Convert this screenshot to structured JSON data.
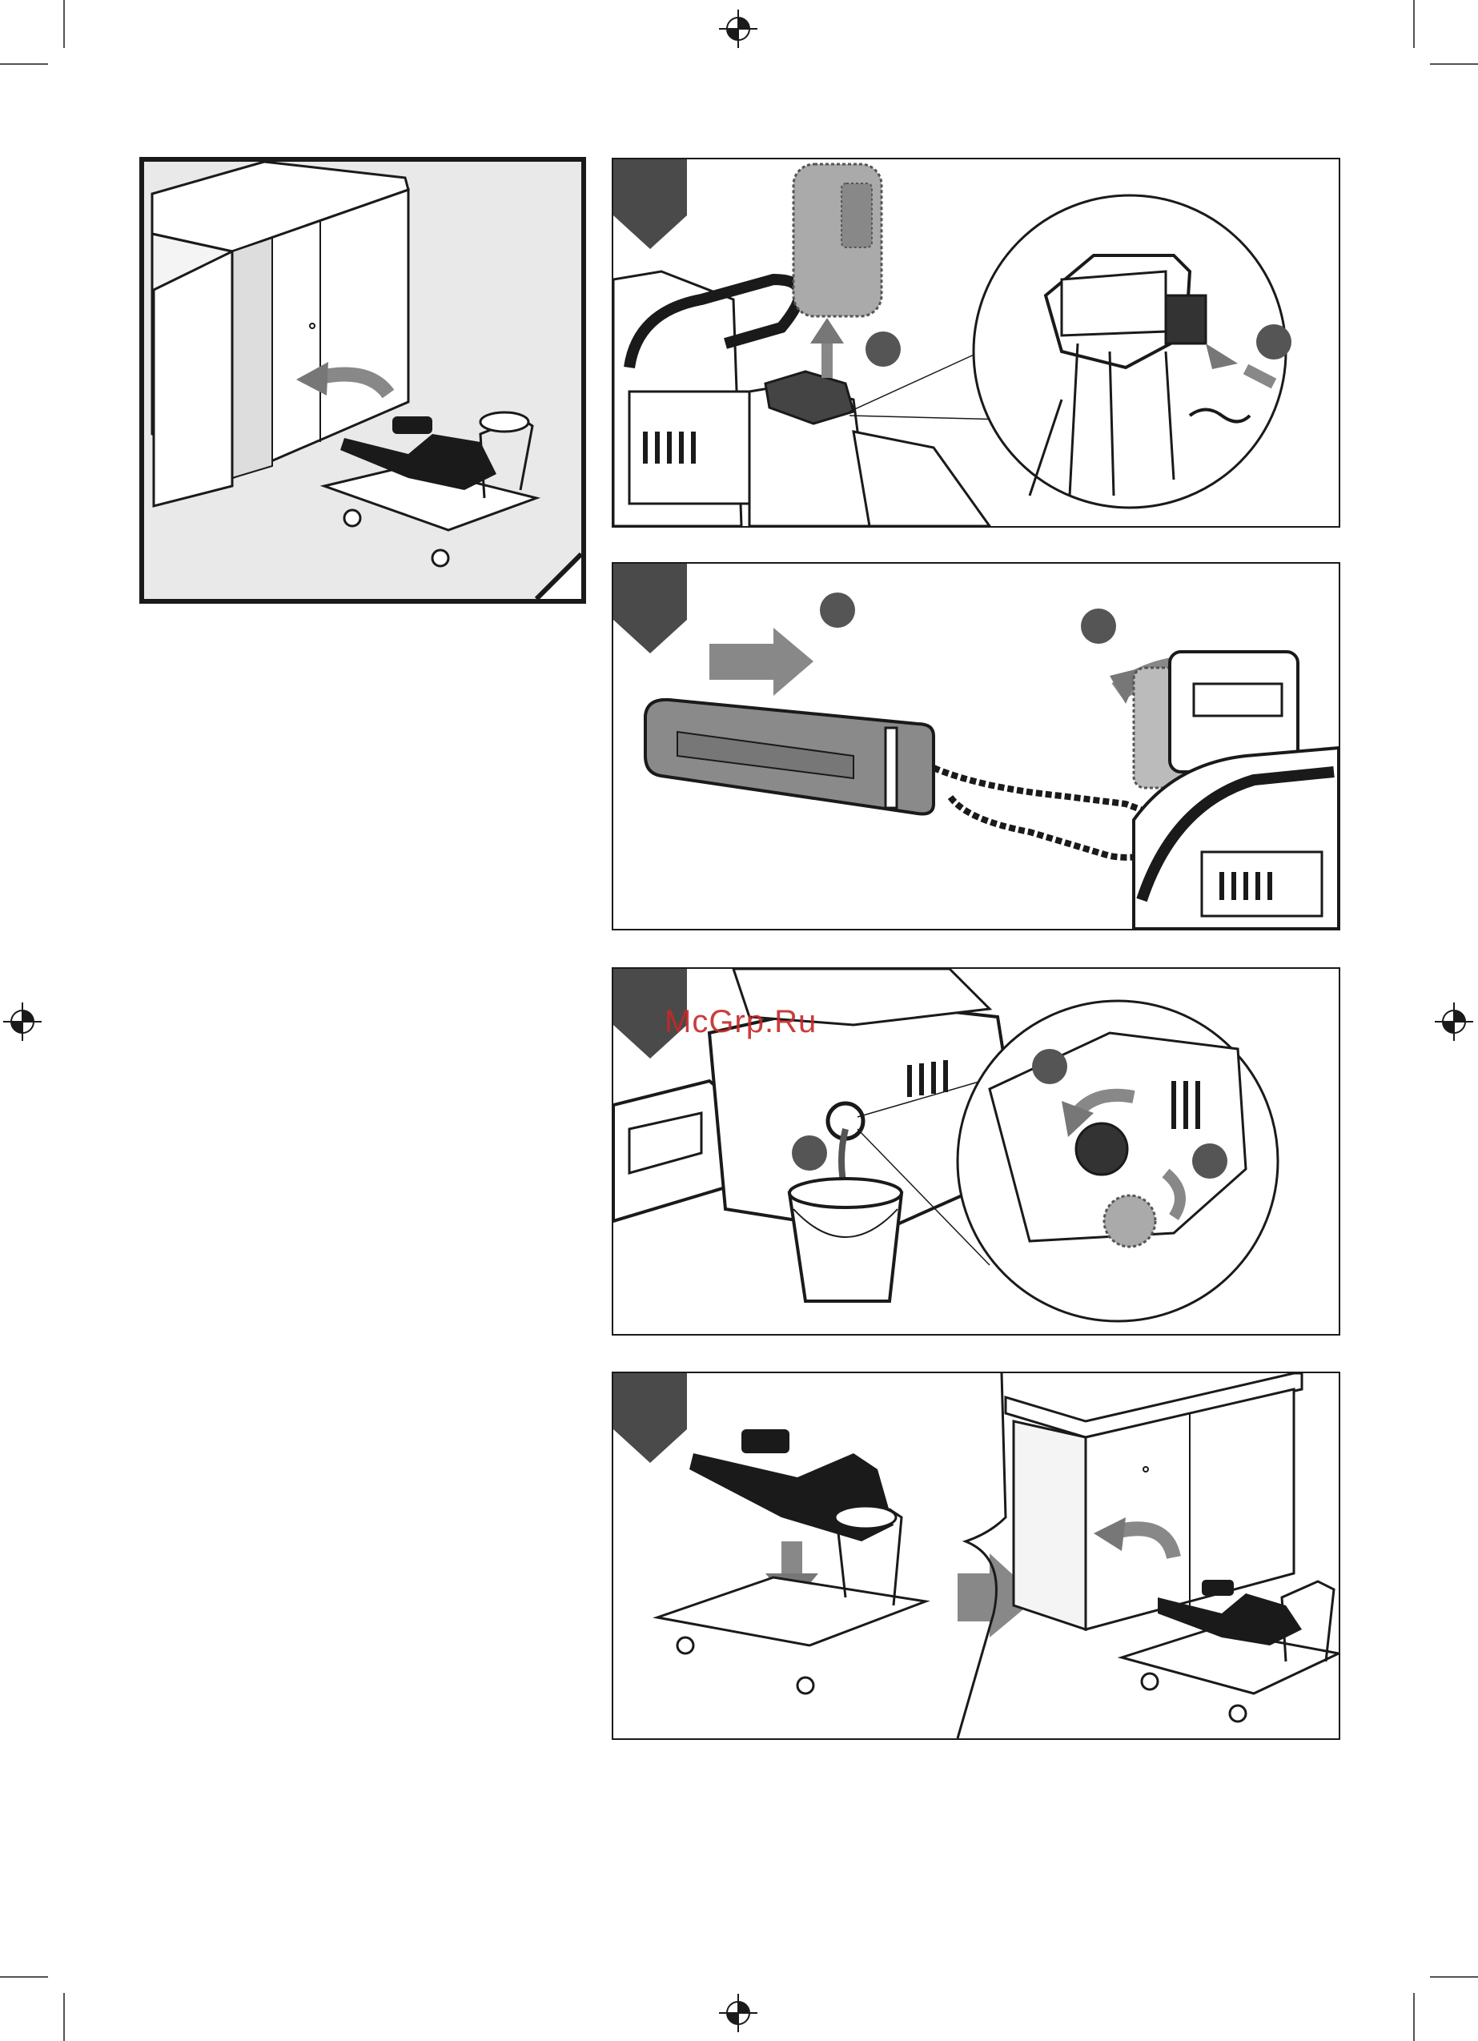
{
  "page": {
    "watermark": "McGrp.Ru"
  },
  "colors": {
    "line": "#1a1a1a",
    "badge": "#4a4a4a",
    "step_circle": "#555555",
    "panel_gray": "#e9e9e9",
    "watermark": "#c62828"
  },
  "panels": [
    {
      "id": "store-overview",
      "icon": "cabinet-storage-icon"
    },
    {
      "id": "step-remove-battery",
      "icon": "battery-remove-icon"
    },
    {
      "id": "step-fit-bar-cover",
      "icon": "bar-cover-icon"
    },
    {
      "id": "step-drain-oil",
      "icon": "oil-drain-icon"
    },
    {
      "id": "step-store-on-cart",
      "icon": "cart-storage-icon"
    }
  ]
}
